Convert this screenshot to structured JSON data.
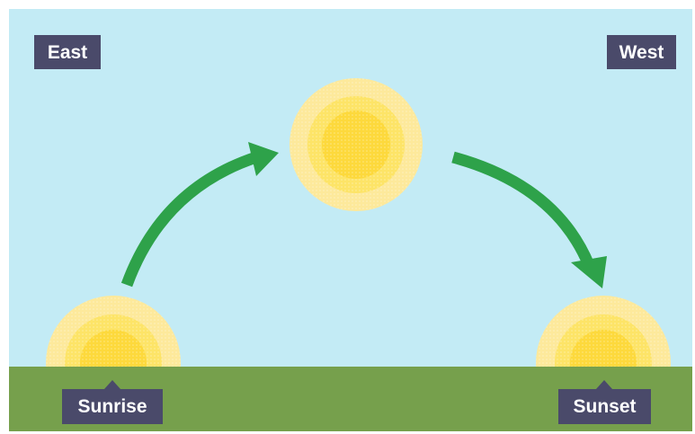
{
  "labels": {
    "east": "East",
    "west": "West",
    "sunrise": "Sunrise",
    "sunset": "Sunset"
  },
  "colors": {
    "sky": "#c3ebf5",
    "ground": "#76a04c",
    "arrow": "#2ea24a",
    "sun_outer": "#fde99b",
    "sun_middle": "#fde467",
    "sun_core": "#fdd93c",
    "label_bg": "#4a4a6a",
    "label_text": "#ffffff"
  },
  "icons": {
    "sun": "sun-icon",
    "arrow": "curved-arrow-icon"
  }
}
